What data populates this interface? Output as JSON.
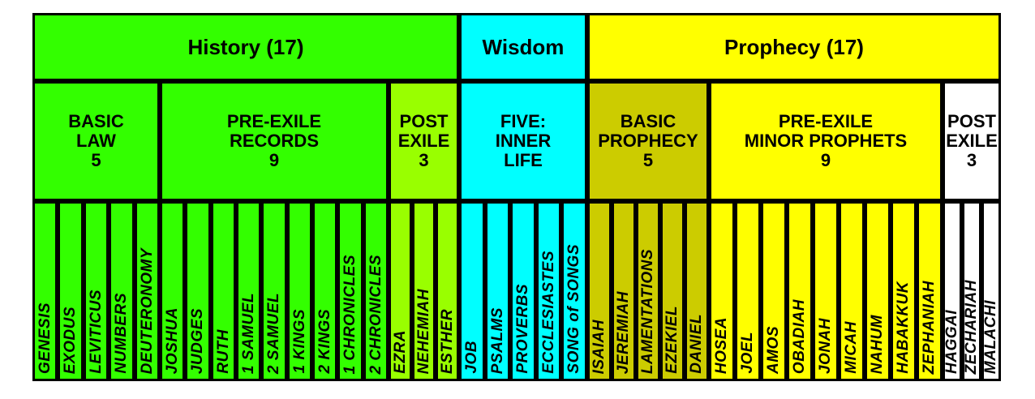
{
  "colors": {
    "green": "#33ff00",
    "light_green": "#99ff00",
    "cyan": "#00ffff",
    "olive": "#cccc00",
    "yellow": "#ffff00",
    "white": "#ffffff",
    "border": "#000000"
  },
  "headers": [
    {
      "label": "History (17)",
      "color": "green"
    },
    {
      "label": "Wisdom",
      "color": "cyan"
    },
    {
      "label": "Prophecy (17)",
      "color": "yellow"
    }
  ],
  "groups": [
    {
      "label": "BASIC\nLAW",
      "count": "5",
      "color": "green",
      "books": [
        "GENESIS",
        "EXODUS",
        "LEVITICUS",
        "NUMBERS",
        "DEUTERONOMY"
      ]
    },
    {
      "label": "PRE-EXILE\nRECORDS",
      "count": "9",
      "color": "green",
      "books": [
        "JOSHUA",
        "JUDGES",
        "RUTH",
        "1 SAMUEL",
        "2 SAMUEL",
        "1 KINGS",
        "2 KINGS",
        "1 CHRONICLES",
        "2 CHRONICLES"
      ]
    },
    {
      "label": "POST\nEXILE",
      "count": "3",
      "color": "light_green",
      "books": [
        "EZRA",
        "NEHEMIAH",
        "ESTHER"
      ]
    },
    {
      "label": "FIVE:\nINNER\nLIFE",
      "count": "",
      "color": "cyan",
      "books": [
        "JOB",
        "PSALMS",
        "PROVERBS",
        "ECCLESIASTES",
        "SONG of SONGS"
      ]
    },
    {
      "label": "BASIC\nPROPHECY",
      "count": "5",
      "color": "olive",
      "books": [
        "ISAIAH",
        "JEREMIAH",
        "LAMENTATIONS",
        "EZEKIEL",
        "DANIEL"
      ]
    },
    {
      "label": "PRE-EXILE\nMINOR PROPHETS",
      "count": "9",
      "color": "yellow",
      "books": [
        "HOSEA",
        "JOEL",
        "AMOS",
        "OBADIAH",
        "JONAH",
        "MICAH",
        "NAHUM",
        "HABAKKUK",
        "ZEPHANIAH"
      ]
    },
    {
      "label": "POST\nEXILE",
      "count": "3",
      "color": "white",
      "books": [
        "HAGGAI",
        "ZECHARIAH",
        "MALACHI"
      ]
    }
  ]
}
